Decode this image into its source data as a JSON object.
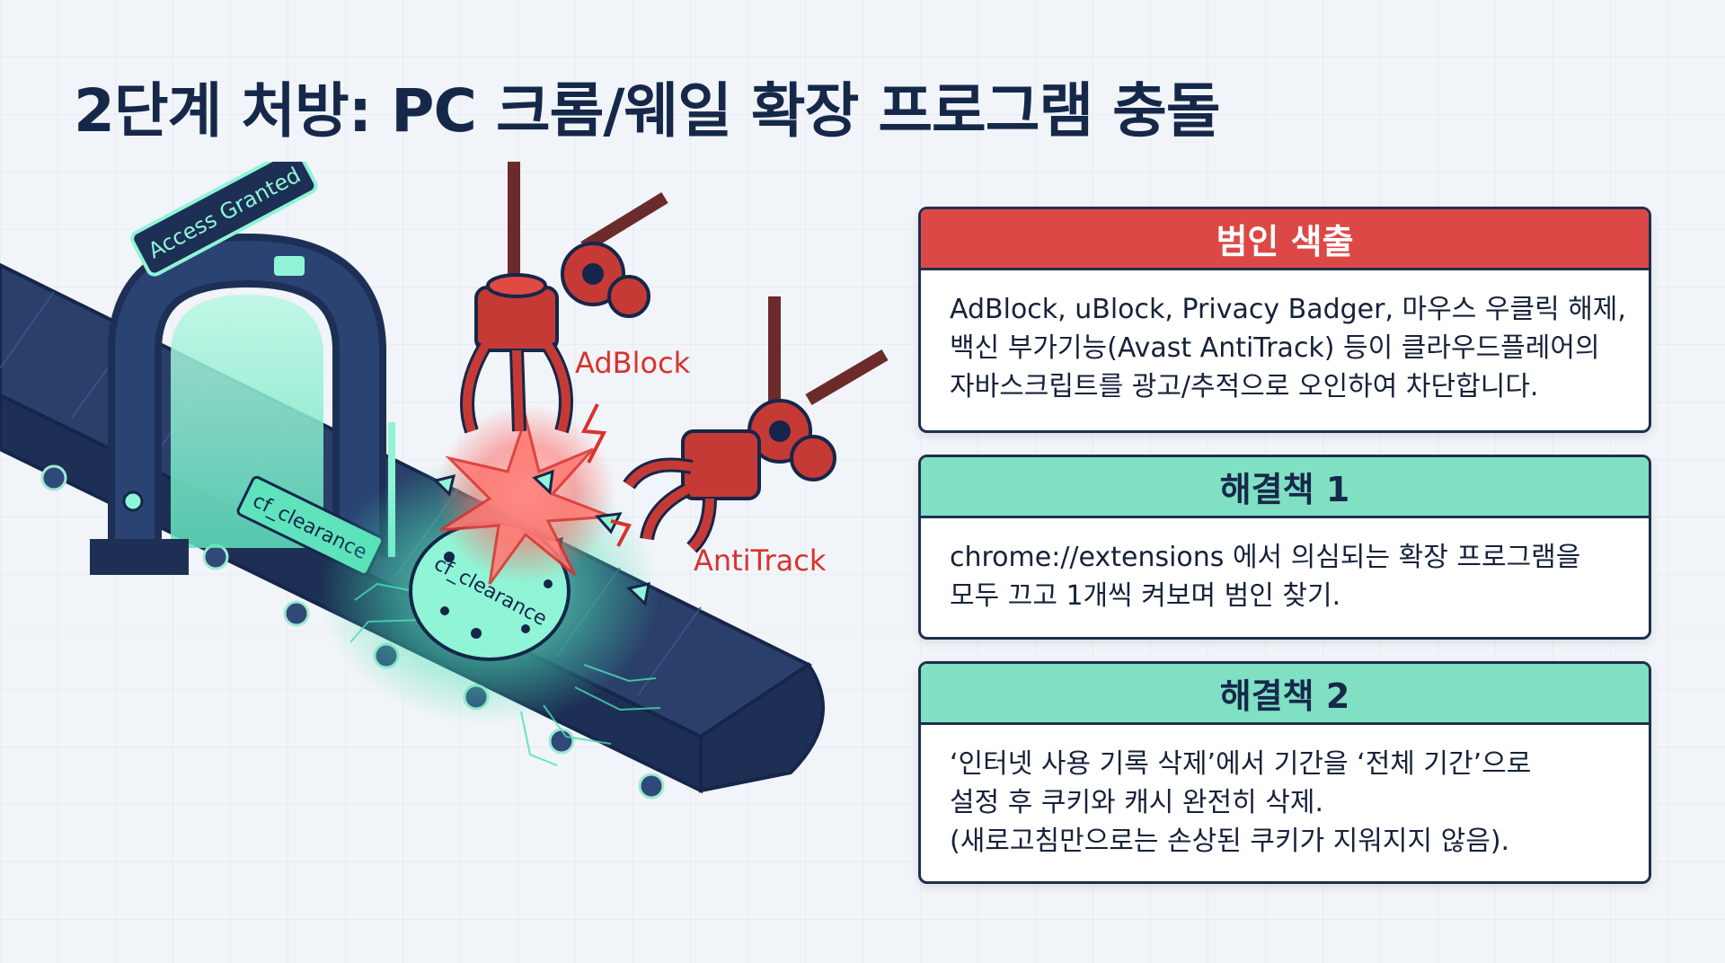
{
  "title": "2단계 처방: PC 크롬/웨일 확장 프로그램 충돌",
  "illustration": {
    "gate_sign": "Access Granted",
    "tag_label": "cf_clearance",
    "cookie_label": "cf_clearance",
    "arm1_label": "AdBlock",
    "arm2_label": "AntiTrack",
    "colors": {
      "belt": "#24375e",
      "glow": "#49e0b3",
      "danger": "#d9322d"
    }
  },
  "cards": {
    "culprit": {
      "header": "범인 색출",
      "lines": [
        "AdBlock, uBlock, Privacy Badger, 마우스 우클릭 해제,",
        "백신 부가기능(Avast AntiTrack) 등이 클라우드플레어의",
        "자바스크립트를 광고/추적으로 오인하여 차단합니다."
      ]
    },
    "fix1": {
      "header": "해결책 1",
      "lines": [
        "chrome://extensions 에서 의심되는 확장 프로그램을",
        "모두 끄고 1개씩 켜보며 범인 찾기."
      ]
    },
    "fix2": {
      "header": "해결책 2",
      "lines": [
        "‘인터넷 사용 기록 삭제’에서 기간을 ‘전체 기간’으로",
        "설정 후 쿠키와 캐시 완전히 삭제.",
        "(새로고침만으로는 손상된 쿠키가 지워지지 않음)."
      ]
    }
  },
  "theme": {
    "header_red": "#dc4846",
    "header_mint": "#7fe0c3",
    "text_dark": "#16284a"
  }
}
